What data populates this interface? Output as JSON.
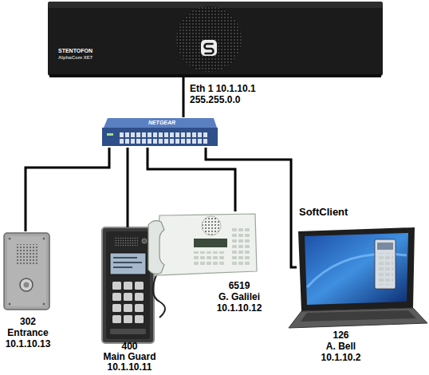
{
  "diagram": {
    "nodes": [
      {
        "text": [
          "STENTOFON",
          "AlphaCom XE7"
        ]
      },
      {
        "text": [
          "NETGEAR"
        ]
      },
      {
        "text": [
          "302",
          "Entrance",
          "10.1.10.13"
        ]
      },
      {
        "text": [
          "400",
          "Main Guard",
          "10.1.10.11"
        ]
      },
      {
        "text": [
          "6519",
          "G. Galilei",
          "10.1.10.12"
        ]
      },
      {
        "text": [
          "SoftClient",
          "126",
          "A. Bell",
          "10.1.10.2"
        ]
      }
    ],
    "edges": [
      {
        "from": 0,
        "to": 1,
        "arrow": "none",
        "label": "Eth 1 10.1.10.1 255.255.0.0"
      },
      {
        "from": 1,
        "to": 2,
        "arrow": "none"
      },
      {
        "from": 1,
        "to": 3,
        "arrow": "none"
      },
      {
        "from": 1,
        "to": 4,
        "arrow": "none"
      },
      {
        "from": 1,
        "to": 5,
        "arrow": "none"
      }
    ]
  }
}
